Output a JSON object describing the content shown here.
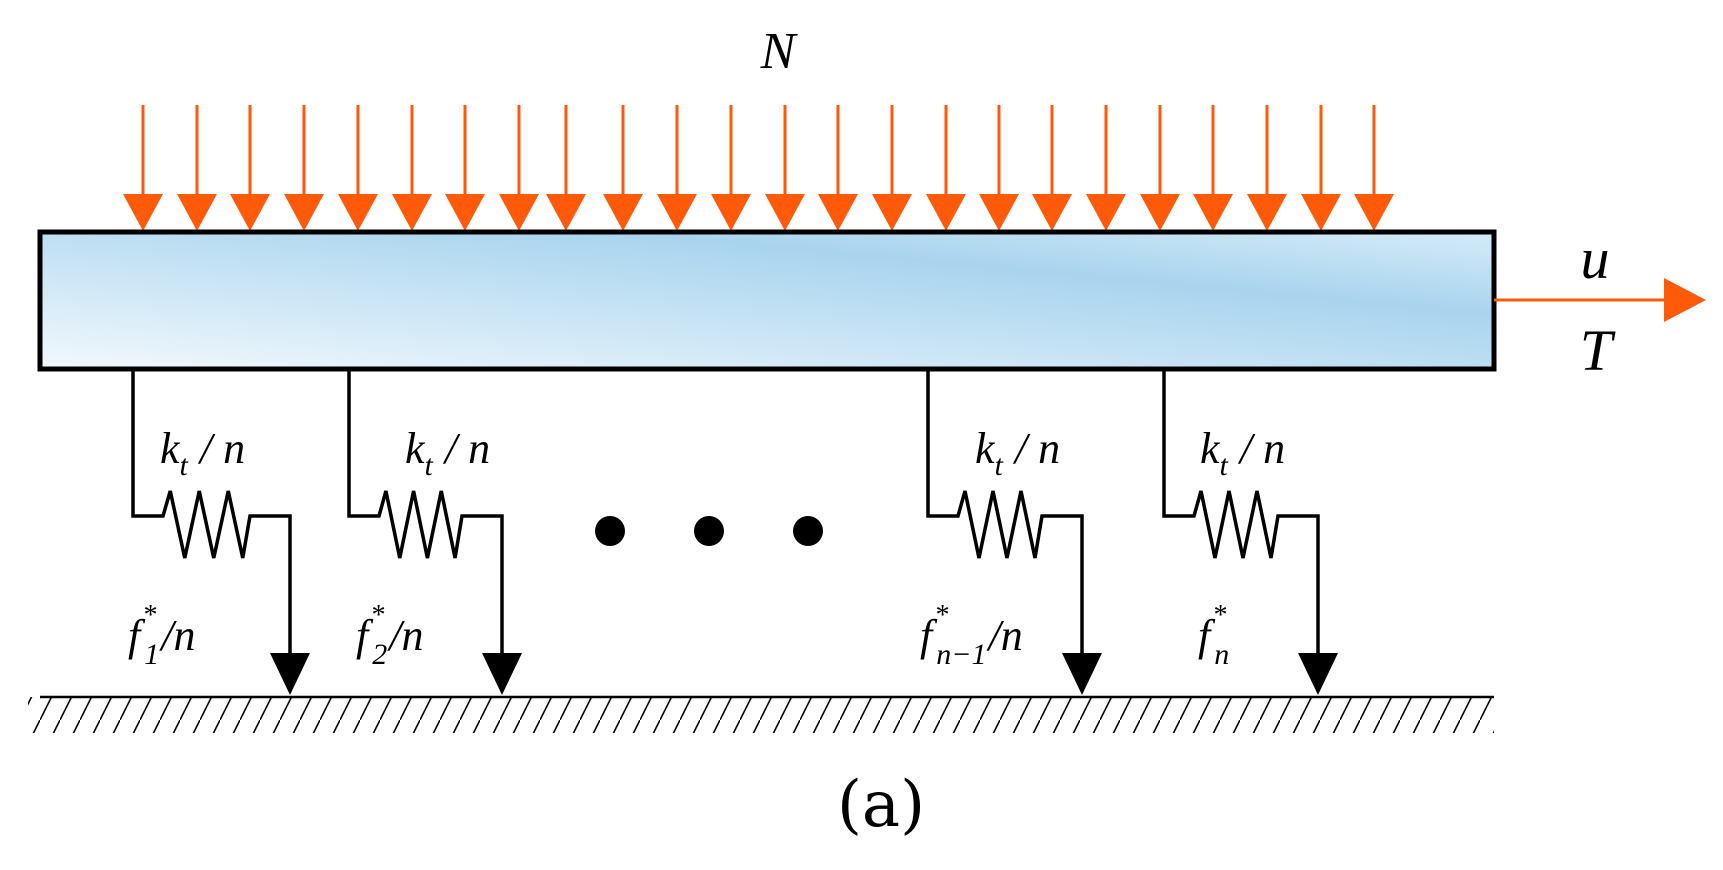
{
  "labels": {
    "normal_force": "N",
    "displacement": "u",
    "tangential_force": "T",
    "caption": "(a)"
  },
  "springs": [
    {
      "k_main": "k",
      "k_sub": "t",
      "k_rest": "/ n",
      "f_main": "f",
      "f_sup": "*",
      "f_sub": "1",
      "f_rest": "/n"
    },
    {
      "k_main": "k",
      "k_sub": "t",
      "k_rest": "/ n",
      "f_main": "f",
      "f_sup": "*",
      "f_sub": "2",
      "f_rest": "/n"
    },
    {
      "k_main": "k",
      "k_sub": "t",
      "k_rest": "/ n",
      "f_main": "f",
      "f_sup": "*",
      "f_sub": "n−1",
      "f_rest": "/n"
    },
    {
      "k_main": "k",
      "k_sub": "t",
      "k_rest": "/ n",
      "f_main": "f",
      "f_sup": "*",
      "f_sub": "n",
      "f_rest": ""
    }
  ],
  "colors": {
    "load_arrow": "#FF5A0A",
    "outline": "#000000",
    "block_light": "#EEF7FC",
    "block_mid": "#A6D3EE"
  }
}
